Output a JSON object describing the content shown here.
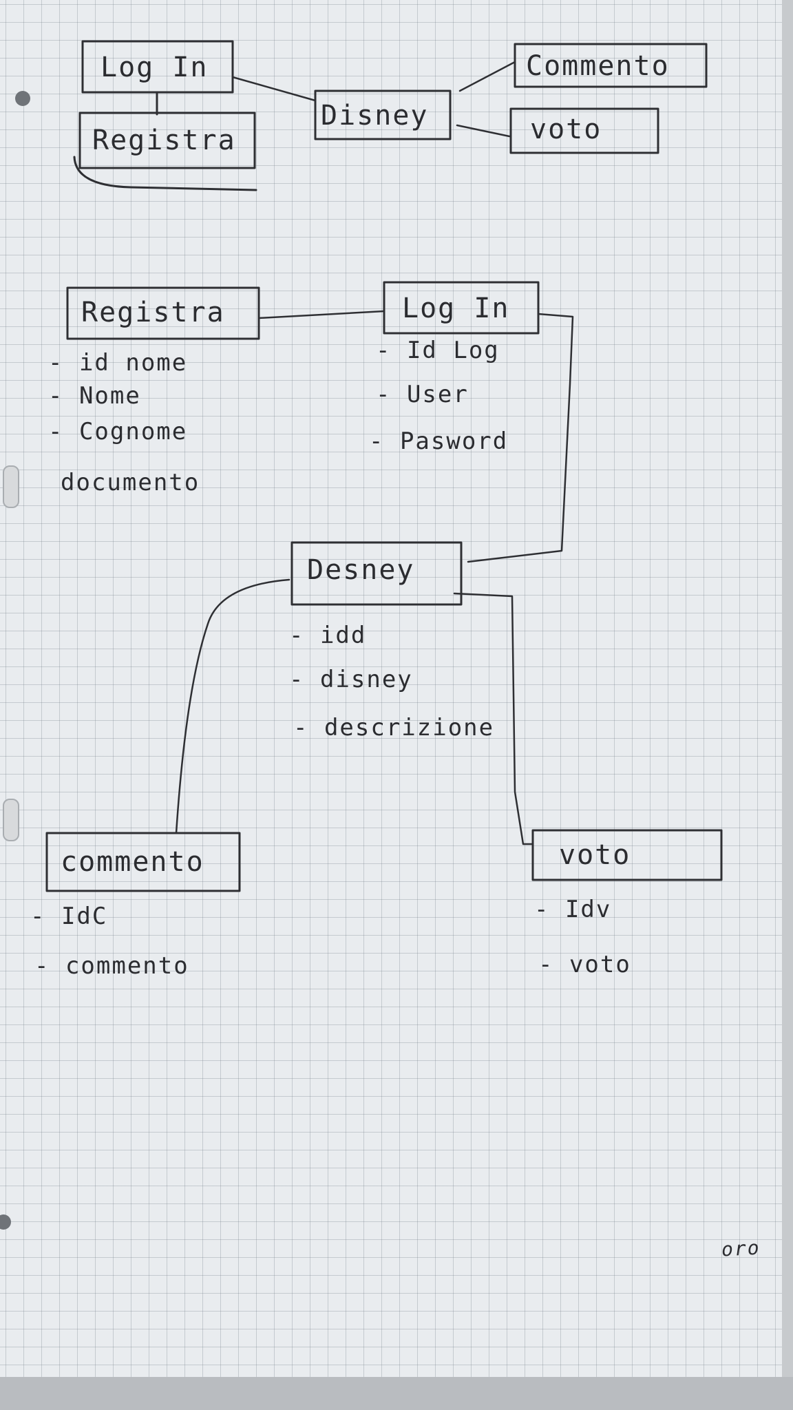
{
  "overview": {
    "login": "Log In",
    "registra": "Registra",
    "disney": "Disney",
    "commento": "Commento",
    "voto": "voto"
  },
  "entities": {
    "registra": {
      "title": "Registra",
      "attributes": [
        "- id nome",
        "- Nome",
        "- Cognome",
        "documento"
      ]
    },
    "login": {
      "title": "Log In",
      "attributes": [
        "- Id Log",
        "- User",
        "- Pasword"
      ]
    },
    "desney": {
      "title": "Desney",
      "attributes": [
        "- idd",
        "- disney",
        "- descrizione"
      ]
    },
    "commento": {
      "title": "commento",
      "attributes": [
        "- IdC",
        "- commento"
      ]
    },
    "voto": {
      "title": "voto",
      "attributes": [
        "- Idv",
        "- voto"
      ]
    }
  },
  "corner_note": "oro"
}
